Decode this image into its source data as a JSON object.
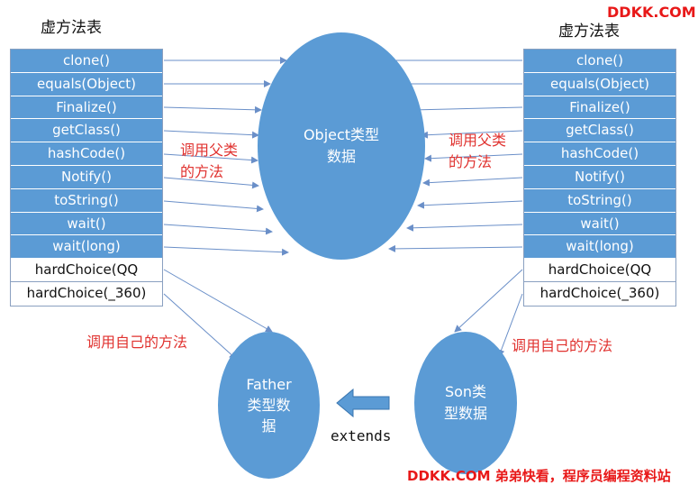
{
  "left_table": {
    "title": "虚方法表",
    "inherited_methods": [
      "clone()",
      "equals(Object)",
      "Finalize()",
      "getClass()",
      "hashCode()",
      "Notify()",
      "toString()",
      "wait()",
      "wait(long)"
    ],
    "own_methods": [
      "hardChoice(QQ",
      "hardChoice(_360)"
    ]
  },
  "right_table": {
    "title": "虚方法表",
    "inherited_methods": [
      "clone()",
      "equals(Object)",
      "Finalize()",
      "getClass()",
      "hashCode()",
      "Notify()",
      "toString()",
      "wait()",
      "wait(long)"
    ],
    "own_methods": [
      "hardChoice(QQ",
      "hardChoice(_360)"
    ]
  },
  "nodes": {
    "object": {
      "line1": "Object类型",
      "line2": "数据"
    },
    "father": {
      "line1": "Father",
      "line2": "类型数",
      "line3": "据"
    },
    "son": {
      "line1": "Son类",
      "line2": "型数据"
    }
  },
  "notes": {
    "left_parent": {
      "line1": "调用父类",
      "line2": "的方法"
    },
    "right_parent": {
      "line1": "调用父类",
      "line2": "的方法"
    },
    "left_self": "调用自己的方法",
    "right_self": "调用自己的方法"
  },
  "extends_label": "extends",
  "watermark_top": "DDKK.COM",
  "watermark_bottom": "DDKK.COM 弟弟快看，程序员编程资料站",
  "colors": {
    "node_blue": "#5b9bd5",
    "note_red": "#e0322f",
    "brand_red": "#e81818"
  }
}
